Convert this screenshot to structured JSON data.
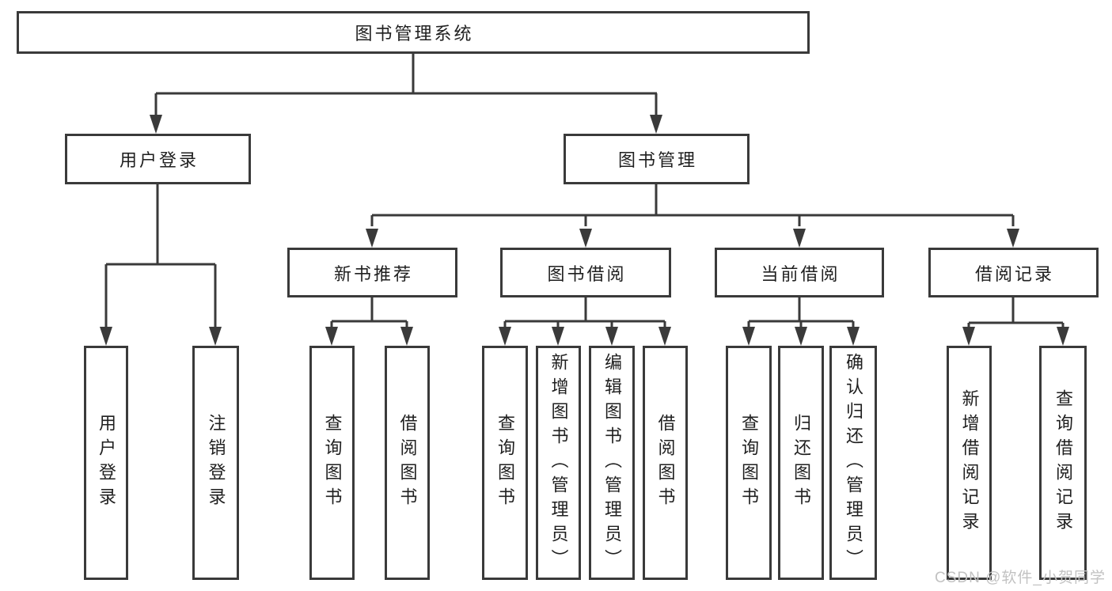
{
  "diagram_type": "hierarchy-tree",
  "colors": {
    "line": "#3a3a3a",
    "node_border": "#3a3a3a",
    "text": "#1f1f1f",
    "background": "#ffffff",
    "watermark": "#c2c2c2"
  },
  "watermark": {
    "text": "CSDN @软件_小贺同学"
  },
  "tree": {
    "label": "图书管理系统",
    "children": [
      {
        "label": "用户登录",
        "children": [
          {
            "label": "用户登录"
          },
          {
            "label": "注销登录"
          }
        ]
      },
      {
        "label": "图书管理",
        "children": [
          {
            "label": "新书推荐",
            "children": [
              {
                "label": "查询图书"
              },
              {
                "label": "借阅图书"
              }
            ]
          },
          {
            "label": "图书借阅",
            "children": [
              {
                "label": "查询图书"
              },
              {
                "label": "新增图书（管理员）"
              },
              {
                "label": "编辑图书（管理员）"
              },
              {
                "label": "借阅图书"
              }
            ]
          },
          {
            "label": "当前借阅",
            "children": [
              {
                "label": "查询图书"
              },
              {
                "label": "归还图书"
              },
              {
                "label": "确认归还（管理员）"
              }
            ]
          },
          {
            "label": "借阅记录",
            "children": [
              {
                "label": "新增借阅记录"
              },
              {
                "label": "查询借阅记录"
              }
            ]
          }
        ]
      }
    ]
  }
}
